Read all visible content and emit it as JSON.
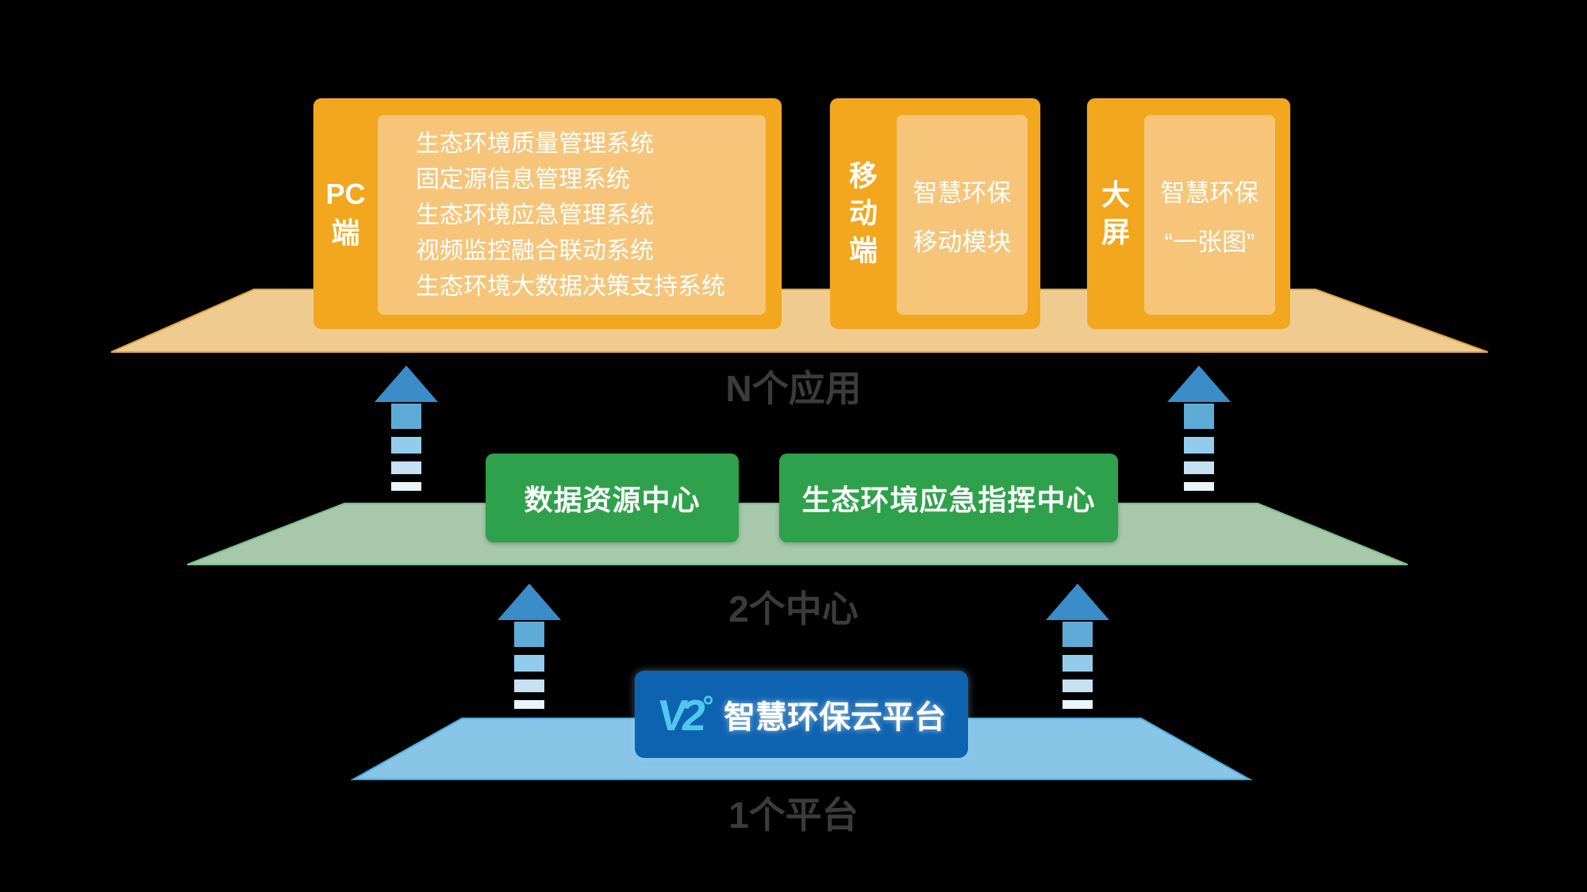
{
  "colors": {
    "background": "#000000",
    "orange_box": "#F2A71F",
    "orange_inner_panel": "#F6C57A",
    "apps_plane": "#EFCB90",
    "apps_plane_edge": "#DFA53F",
    "green_box": "#2FA14C",
    "centers_plane": "#A7C8AB",
    "centers_plane_edge": "#7FBD8C",
    "blue_box": "#0E63B1",
    "platform_plane": "#88C5E7",
    "platform_plane_edge": "#45AADD",
    "arrow_head": "#3A8DC8",
    "arrow_segments": [
      "#5FABD7",
      "#92CBEB",
      "#C6E1F3",
      "#EAF4FB"
    ],
    "layer_label_text": "#3B3B3B",
    "logo_cyan": "#52C7EE",
    "box_text": "#FFFFFF"
  },
  "icons": {
    "up_arrow_icon": "▲",
    "v2_logo_icon": "V2"
  },
  "layers": {
    "apps": {
      "label": "N个应用",
      "pc": {
        "side_label": "PC端",
        "systems": [
          "生态环境质量管理系统",
          "固定源信息管理系统",
          "生态环境应急管理系统",
          "视频监控融合联动系统",
          "生态环境大数据决策支持系统"
        ]
      },
      "mobile": {
        "side_label": "移动端",
        "panel_lines": [
          "智慧环保",
          "移动模块"
        ]
      },
      "bigscreen": {
        "side_label": "大屏",
        "panel_lines": [
          "智慧环保",
          "“一张图”"
        ]
      }
    },
    "centers": {
      "label": "2个中心",
      "boxes": [
        "数据资源中心",
        "生态环境应急指挥中心"
      ]
    },
    "platform": {
      "label": "1个平台",
      "logo": "V2",
      "box_label": "智慧环保云平台"
    }
  }
}
